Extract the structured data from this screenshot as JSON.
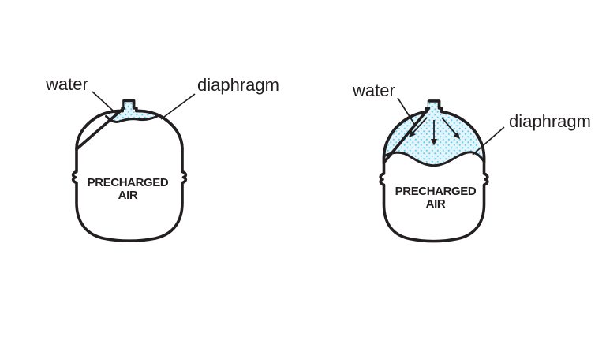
{
  "figure": {
    "description": "Precharged air diaphragm expansion tank shown in two states: nearly empty of water (left) and accepting water which compresses the air cushion (right)",
    "colors": {
      "line": "#231f20",
      "water_background": "#e4f4fb",
      "water_dots": "#5ecdec",
      "tank_fill": "#ffffff",
      "page_background": "#ffffff"
    },
    "left_tank": {
      "water_label": "water",
      "diaphragm_label": "diaphragm",
      "air_label_line1": "PRECHARGED",
      "air_label_line2": "AIR"
    },
    "right_tank": {
      "water_label": "water",
      "diaphragm_label": "diaphragm",
      "air_label_line1": "PRECHARGED",
      "air_label_line2": "AIR",
      "flow_arrows_count": 3
    }
  }
}
